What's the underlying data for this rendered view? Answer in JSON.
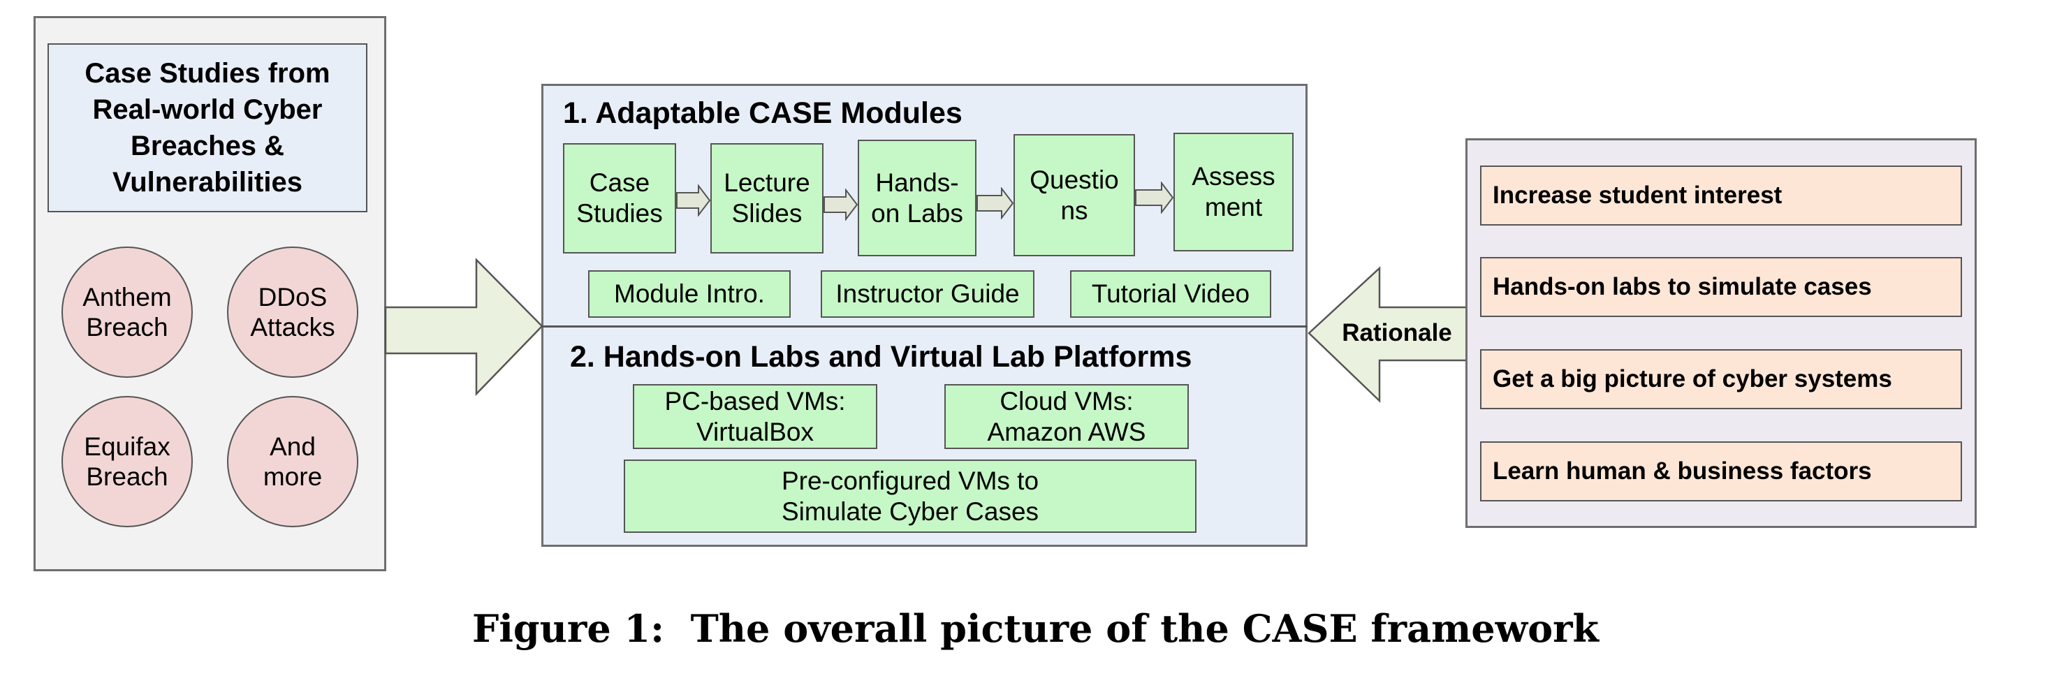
{
  "left_panel": {
    "title": "Case Studies from\nReal-world Cyber\nBreaches &\nVulnerabilities",
    "circles": [
      "Anthem\nBreach",
      "DDoS\nAttacks",
      "Equifax\nBreach",
      "And\nmore"
    ]
  },
  "center_panel": {
    "section1_title": "1. Adaptable CASE Modules",
    "modules": [
      "Case\nStudies",
      "Lecture\nSlides",
      "Hands-\non Labs",
      "Questio\nns",
      "Assess\nment"
    ],
    "resources": [
      "Module Intro.",
      "Instructor Guide",
      "Tutorial Video"
    ],
    "section2_title": "2. Hands-on Labs and Virtual Lab Platforms",
    "platforms": [
      "PC-based VMs:\nVirtualBox",
      "Cloud VMs:\nAmazon AWS"
    ],
    "simulation": "Pre-configured VMs to\nSimulate Cyber Cases"
  },
  "rationale_label": "Rationale",
  "right_panel": {
    "items": [
      "Increase student interest",
      "Hands-on labs to simulate cases",
      "Get a big picture of cyber systems",
      "Learn human & business factors"
    ]
  },
  "caption": "Figure 1:  The overall picture of the CASE framework",
  "colors": {
    "left_panel_bg": "#f2f2f2",
    "title_box_bg": "#e8eef8",
    "center_panel_bg": "#e8eef8",
    "right_panel_bg": "#eeeaf2",
    "module_green": "#c6f7c6",
    "circle_fill": "#f2d6d6",
    "item_peach": "#fde6d6",
    "arrow_fill": "#eaf1de"
  }
}
